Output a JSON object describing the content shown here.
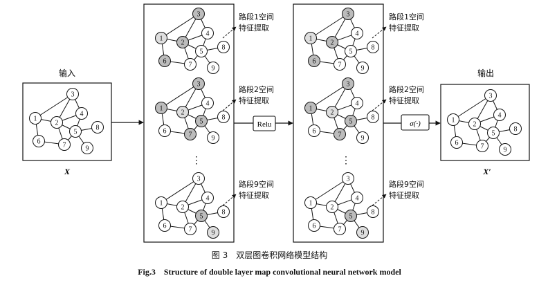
{
  "labels": {
    "input": "输入",
    "output": "输出",
    "x_in": "X",
    "x_out": "X′",
    "relu": "Relu",
    "sigma": "σ(·)",
    "dots": "⋮",
    "path1": [
      "路段1空间",
      "特征提取"
    ],
    "path2": [
      "路段2空间",
      "特征提取"
    ],
    "path9": [
      "路段9空间",
      "特征提取"
    ]
  },
  "caption": {
    "cn": "图 3　双层图卷积网络模型结构",
    "en": "Fig.3　Structure of double layer map convolutional neural network model"
  },
  "graph": {
    "nodes": [
      "1",
      "2",
      "3",
      "4",
      "5",
      "6",
      "7",
      "8",
      "9"
    ],
    "edges": [
      [
        "1",
        "3"
      ],
      [
        "1",
        "2"
      ],
      [
        "1",
        "6"
      ],
      [
        "2",
        "3"
      ],
      [
        "2",
        "4"
      ],
      [
        "2",
        "5"
      ],
      [
        "3",
        "4"
      ],
      [
        "4",
        "5"
      ],
      [
        "5",
        "7"
      ],
      [
        "5",
        "8"
      ],
      [
        "5",
        "9"
      ],
      [
        "6",
        "7"
      ],
      [
        "2",
        "7"
      ]
    ]
  },
  "highlights": {
    "path1": {
      "dark": [
        "2",
        "3",
        "6"
      ],
      "light": [
        "1"
      ]
    },
    "path2": {
      "dark": [
        "1",
        "3",
        "5",
        "7"
      ],
      "light": [
        "2"
      ]
    },
    "path9": {
      "dark": [
        "5"
      ],
      "light": [
        "9"
      ]
    }
  },
  "colors": {
    "dark_node": "#bcbcbc",
    "light_node": "#dedede",
    "line": "#111111"
  }
}
